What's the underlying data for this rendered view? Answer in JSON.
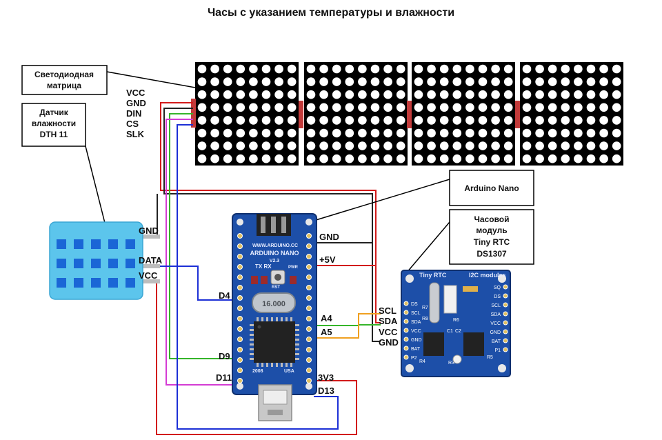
{
  "title": "Часы с указанием температуры и влажности",
  "callouts": {
    "matrix": [
      "Светодиодная",
      "матрица"
    ],
    "sensor": [
      "Датчик",
      "влажности",
      "DTH 11"
    ],
    "arduino": [
      "Arduino Nano"
    ],
    "rtc": [
      "Часовой",
      "модуль",
      "Tiny RTC",
      "DS1307"
    ]
  },
  "matrix_pins": [
    "VCC",
    "GND",
    "DIN",
    "CS",
    "SLK"
  ],
  "sensor_pins": [
    "GND",
    "DATA",
    "VCC"
  ],
  "arduino_pins": {
    "gnd": "GND",
    "v5": "+5V",
    "d4": "D4",
    "a4": "A4",
    "a5": "A5",
    "d9": "D9",
    "d11": "D11",
    "v33": "3V3",
    "d13": "D13"
  },
  "rtc_pins": [
    "SCL",
    "SDA",
    "VCC",
    "GND"
  ],
  "board_text": {
    "site": "WWW.ARDUINO.CC",
    "name": "ARDUINO NANO",
    "version": "V2.3",
    "txrx": "TX RX",
    "pwr": "PWR",
    "rst": "RST",
    "crystal": "16.000",
    "year": "2008",
    "country": "USA"
  },
  "rtc_board_text": {
    "brand": "Tiny RTC",
    "bus": "I2C modules",
    "left_pins": [
      "DS",
      "SCL",
      "SDA",
      "VCC",
      "GND",
      "BAT",
      "P2"
    ],
    "right_pins": [
      "SQ",
      "DS",
      "SCL",
      "SDA",
      "VCC",
      "GND",
      "BAT",
      "P1"
    ],
    "parts": [
      "R7",
      "R8",
      "R6",
      "C1",
      "C2",
      "R3",
      "R4",
      "R5"
    ]
  },
  "colors": {
    "wire_red": "#d21a1a",
    "wire_black": "#222222",
    "wire_green": "#35b52a",
    "wire_blue": "#1c2fd6",
    "wire_magenta": "#d43bd4",
    "wire_orange": "#f0a020",
    "board_blue": "#1d4fa8",
    "sensor_blue": "#5cc5ec",
    "matrix_bg": "#000000"
  }
}
